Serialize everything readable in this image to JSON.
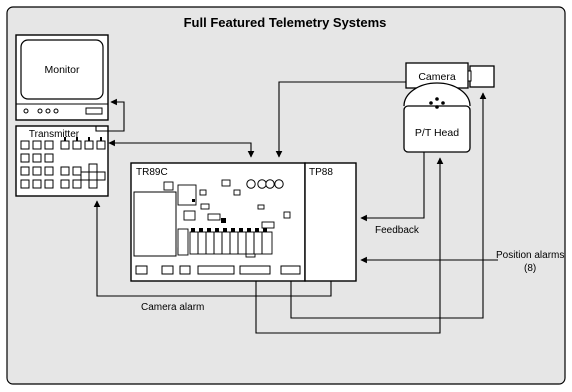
{
  "title": "Full Featured Telemetry Systems",
  "labels": {
    "monitor": "Monitor",
    "transmitter": "Transmitter",
    "camera": "Camera",
    "pt_head": "P/T Head",
    "tr89c": "TR89C",
    "tp88": "TP88",
    "feedback": "Feedback",
    "position_alarms": "Position alarms",
    "position_alarms_count": "(8)",
    "camera_alarm": "Camera alarm"
  },
  "colors": {
    "panel_background": "#e6e6e6",
    "line": "#000000",
    "box_fill": "#ffffff"
  }
}
